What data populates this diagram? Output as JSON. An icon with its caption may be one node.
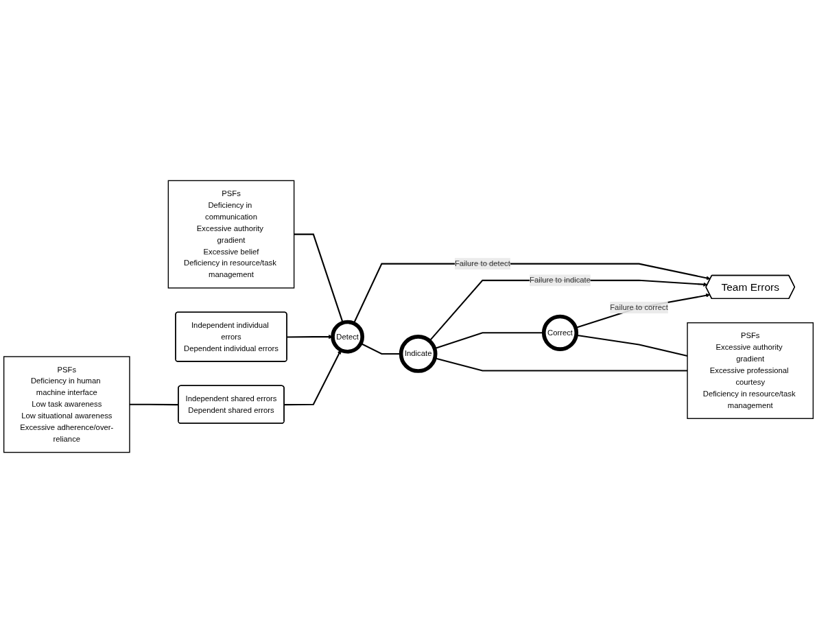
{
  "diagram": {
    "nodes": [
      {
        "text": [
          "Independent individual errors",
          "Dependent individual errors"
        ]
      },
      {
        "text": [
          "Independent shared errors",
          "Dependent shared errors"
        ]
      },
      {
        "text": [
          "Detect"
        ]
      },
      {
        "text": [
          "Indicate"
        ]
      },
      {
        "text": [
          "Correct"
        ]
      },
      {
        "text": [
          "Team Errors"
        ]
      },
      {
        "text": [
          "PSFs",
          "Deficiency in communication",
          "Excessive authority gradient",
          "Excessive belief",
          "Deficiency in resource/task management"
        ]
      },
      {
        "text": [
          "PSFs",
          "Deficiency in human machine interface",
          "Low task awareness",
          "Low situational awareness",
          "Excessive adherence/over-reliance"
        ]
      },
      {
        "text": [
          "PSFs",
          "Excessive authority gradient",
          "Excessive professional courtesy",
          "Deficiency in resource/task management"
        ]
      }
    ],
    "edges": [
      {
        "from": 0,
        "to": 2,
        "arrow": "to"
      },
      {
        "from": 1,
        "to": 2,
        "arrow": "to"
      },
      {
        "from": 2,
        "to": 5,
        "arrow": "to",
        "label": "Failure to detect"
      },
      {
        "from": 3,
        "to": 5,
        "arrow": "to",
        "label": "Failure to indicate"
      },
      {
        "from": 4,
        "to": 5,
        "arrow": "to",
        "label": "Failure to correct"
      },
      {
        "from": 2,
        "to": 3,
        "arrow": "none"
      },
      {
        "from": 3,
        "to": 4,
        "arrow": "none"
      },
      {
        "from": 6,
        "to": 2,
        "arrow": "none"
      },
      {
        "from": 7,
        "to": 1,
        "arrow": "none"
      },
      {
        "from": 3,
        "to": 8,
        "arrow": "none"
      },
      {
        "from": 4,
        "to": 8,
        "arrow": "none"
      }
    ]
  }
}
